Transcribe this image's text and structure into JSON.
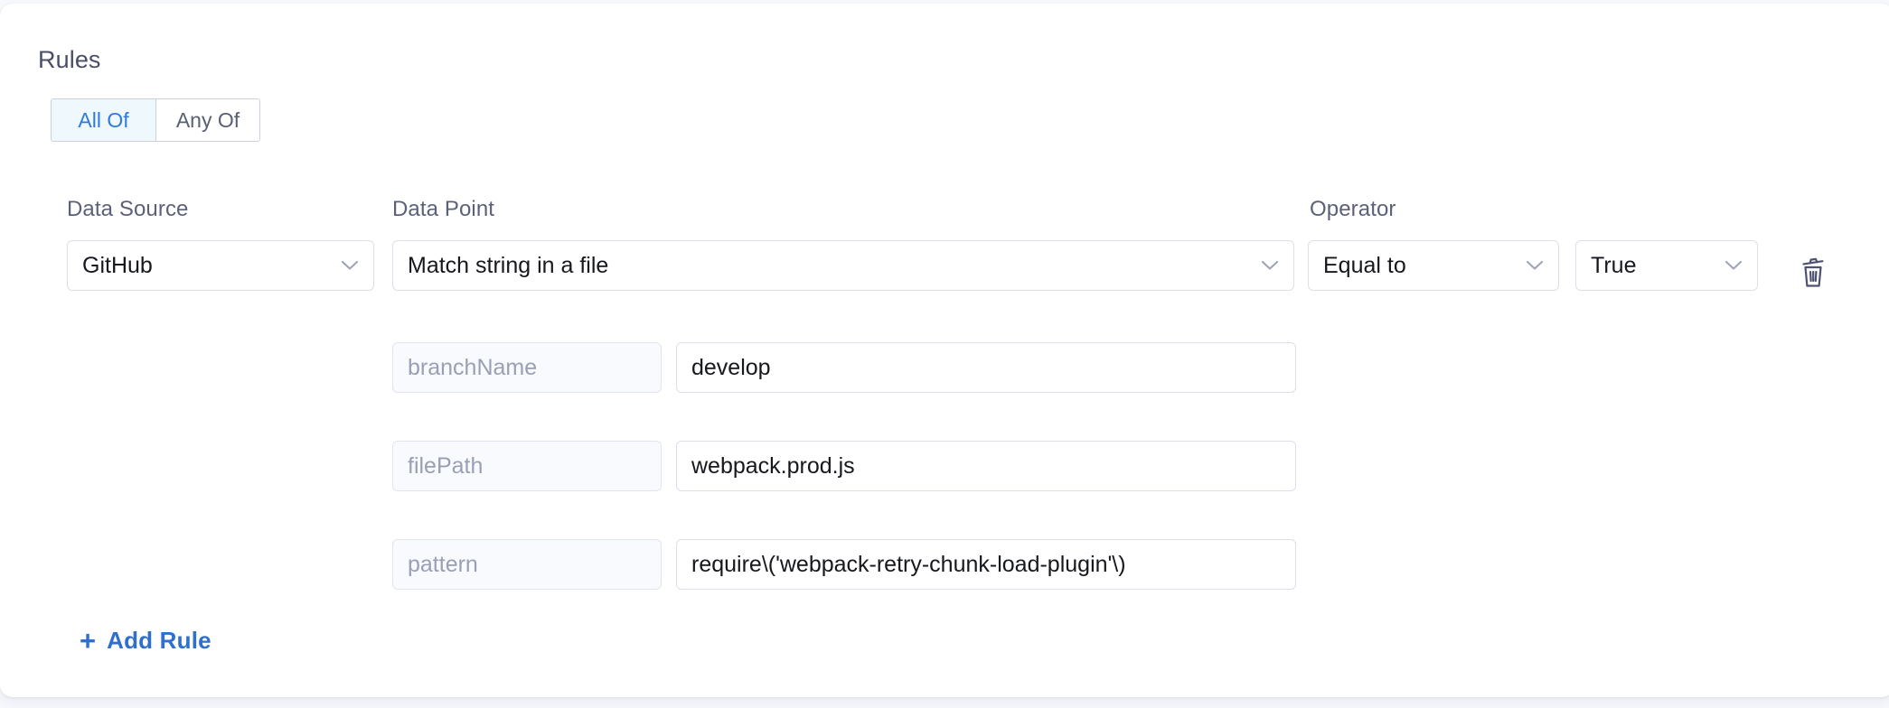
{
  "section": {
    "title": "Rules"
  },
  "match_toggle": {
    "options": [
      {
        "label": "All Of",
        "active": true
      },
      {
        "label": "Any Of",
        "active": false
      }
    ]
  },
  "columns": {
    "data_source_label": "Data Source",
    "data_point_label": "Data Point",
    "operator_label": "Operator"
  },
  "rule": {
    "data_source": "GitHub",
    "data_point": "Match string in a file",
    "operator": "Equal to",
    "operator_value": "True",
    "delete_icon": "trash-icon",
    "parameters": [
      {
        "key": "branchName",
        "value": "develop"
      },
      {
        "key": "filePath",
        "value": "webpack.prod.js"
      },
      {
        "key": "pattern",
        "value": "require\\('webpack-retry-chunk-load-plugin'\\)"
      }
    ]
  },
  "actions": {
    "add_rule_label": "Add Rule",
    "add_rule_icon": "plus-icon"
  },
  "colors": {
    "accent_blue": "#2f7ae0",
    "link_blue": "#2f6fce",
    "toggle_active_bg": "#eef8fd",
    "border": "#dcdfeb",
    "key_field_bg": "#f9fafd",
    "label_text": "#5c6179",
    "page_bg": "#f7f8fc"
  }
}
